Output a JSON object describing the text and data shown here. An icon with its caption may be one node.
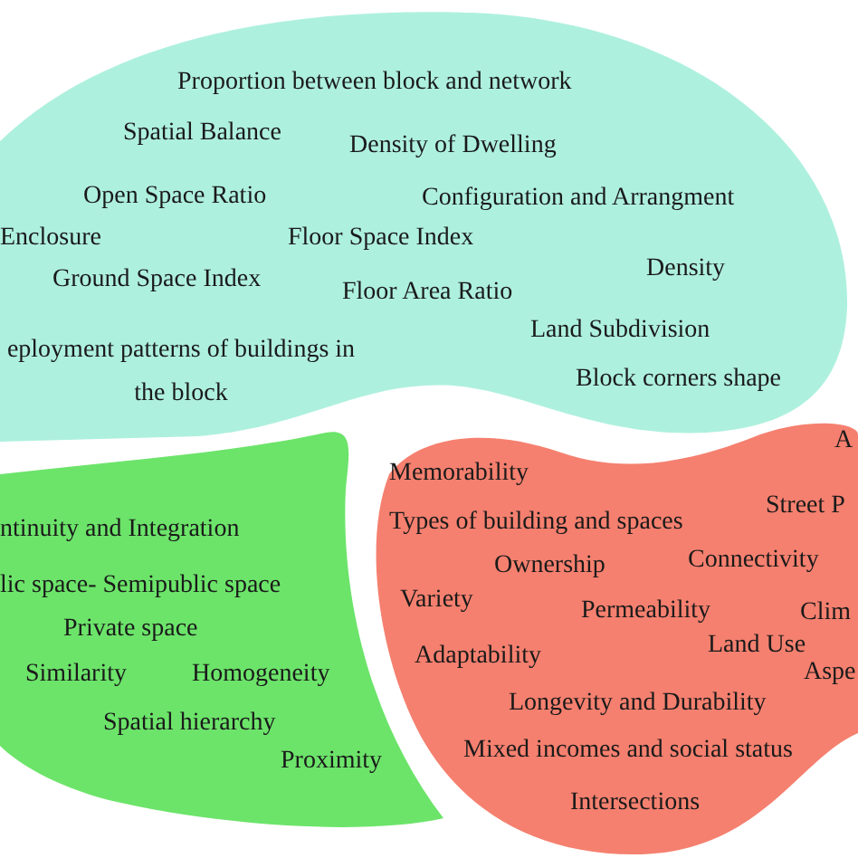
{
  "diagram": {
    "nodes": [
      {
        "text": [
          "Proportion between block and network",
          "Spatial Balance",
          "Density of Dwelling",
          "Open Space Ratio",
          "Configuration and Arrangment",
          "Enclosure",
          "Floor Space Index",
          "Ground Space Index",
          "Floor Area Ratio",
          "Density",
          "eployment patterns of buildings in the block",
          "Land Subdivision",
          "Block corners shape"
        ]
      },
      {
        "text": [
          "ntinuity and Integration",
          "lic space- Semipublic space",
          "Private space",
          "Similarity",
          "Homogeneity",
          "Spatial hierarchy",
          "Proximity"
        ]
      },
      {
        "text": [
          "A",
          "Memorability",
          "Street P",
          "Types of building and spaces",
          "Ownership",
          "Connectivity",
          "Variety",
          "Permeability",
          "Clim",
          "Adaptability",
          "Land Use",
          "Aspe",
          "Longevity and Durability",
          "Mixed incomes and social status",
          "Intersections"
        ]
      }
    ]
  }
}
